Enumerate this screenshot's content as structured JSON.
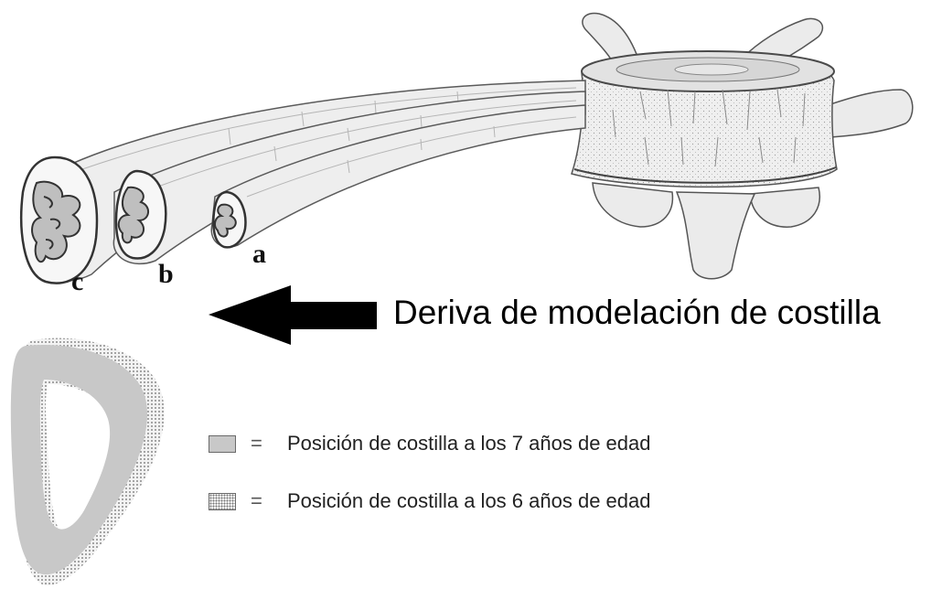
{
  "figure": {
    "rib_labels": {
      "a": "a",
      "b": "b",
      "c": "c"
    },
    "arrow_caption": "Deriva de modelación de costilla",
    "legend": [
      {
        "symbol": "=",
        "text": "Posición de costilla a los 7 años de edad",
        "swatch": "solid"
      },
      {
        "symbol": "=",
        "text": "Posición de costilla a los 6 años de edad",
        "swatch": "dotted"
      }
    ]
  },
  "colors": {
    "rib_fill": "#ededed",
    "outline": "#555555",
    "section_7yr": "#c8c8c8",
    "arrow": "#000000"
  }
}
